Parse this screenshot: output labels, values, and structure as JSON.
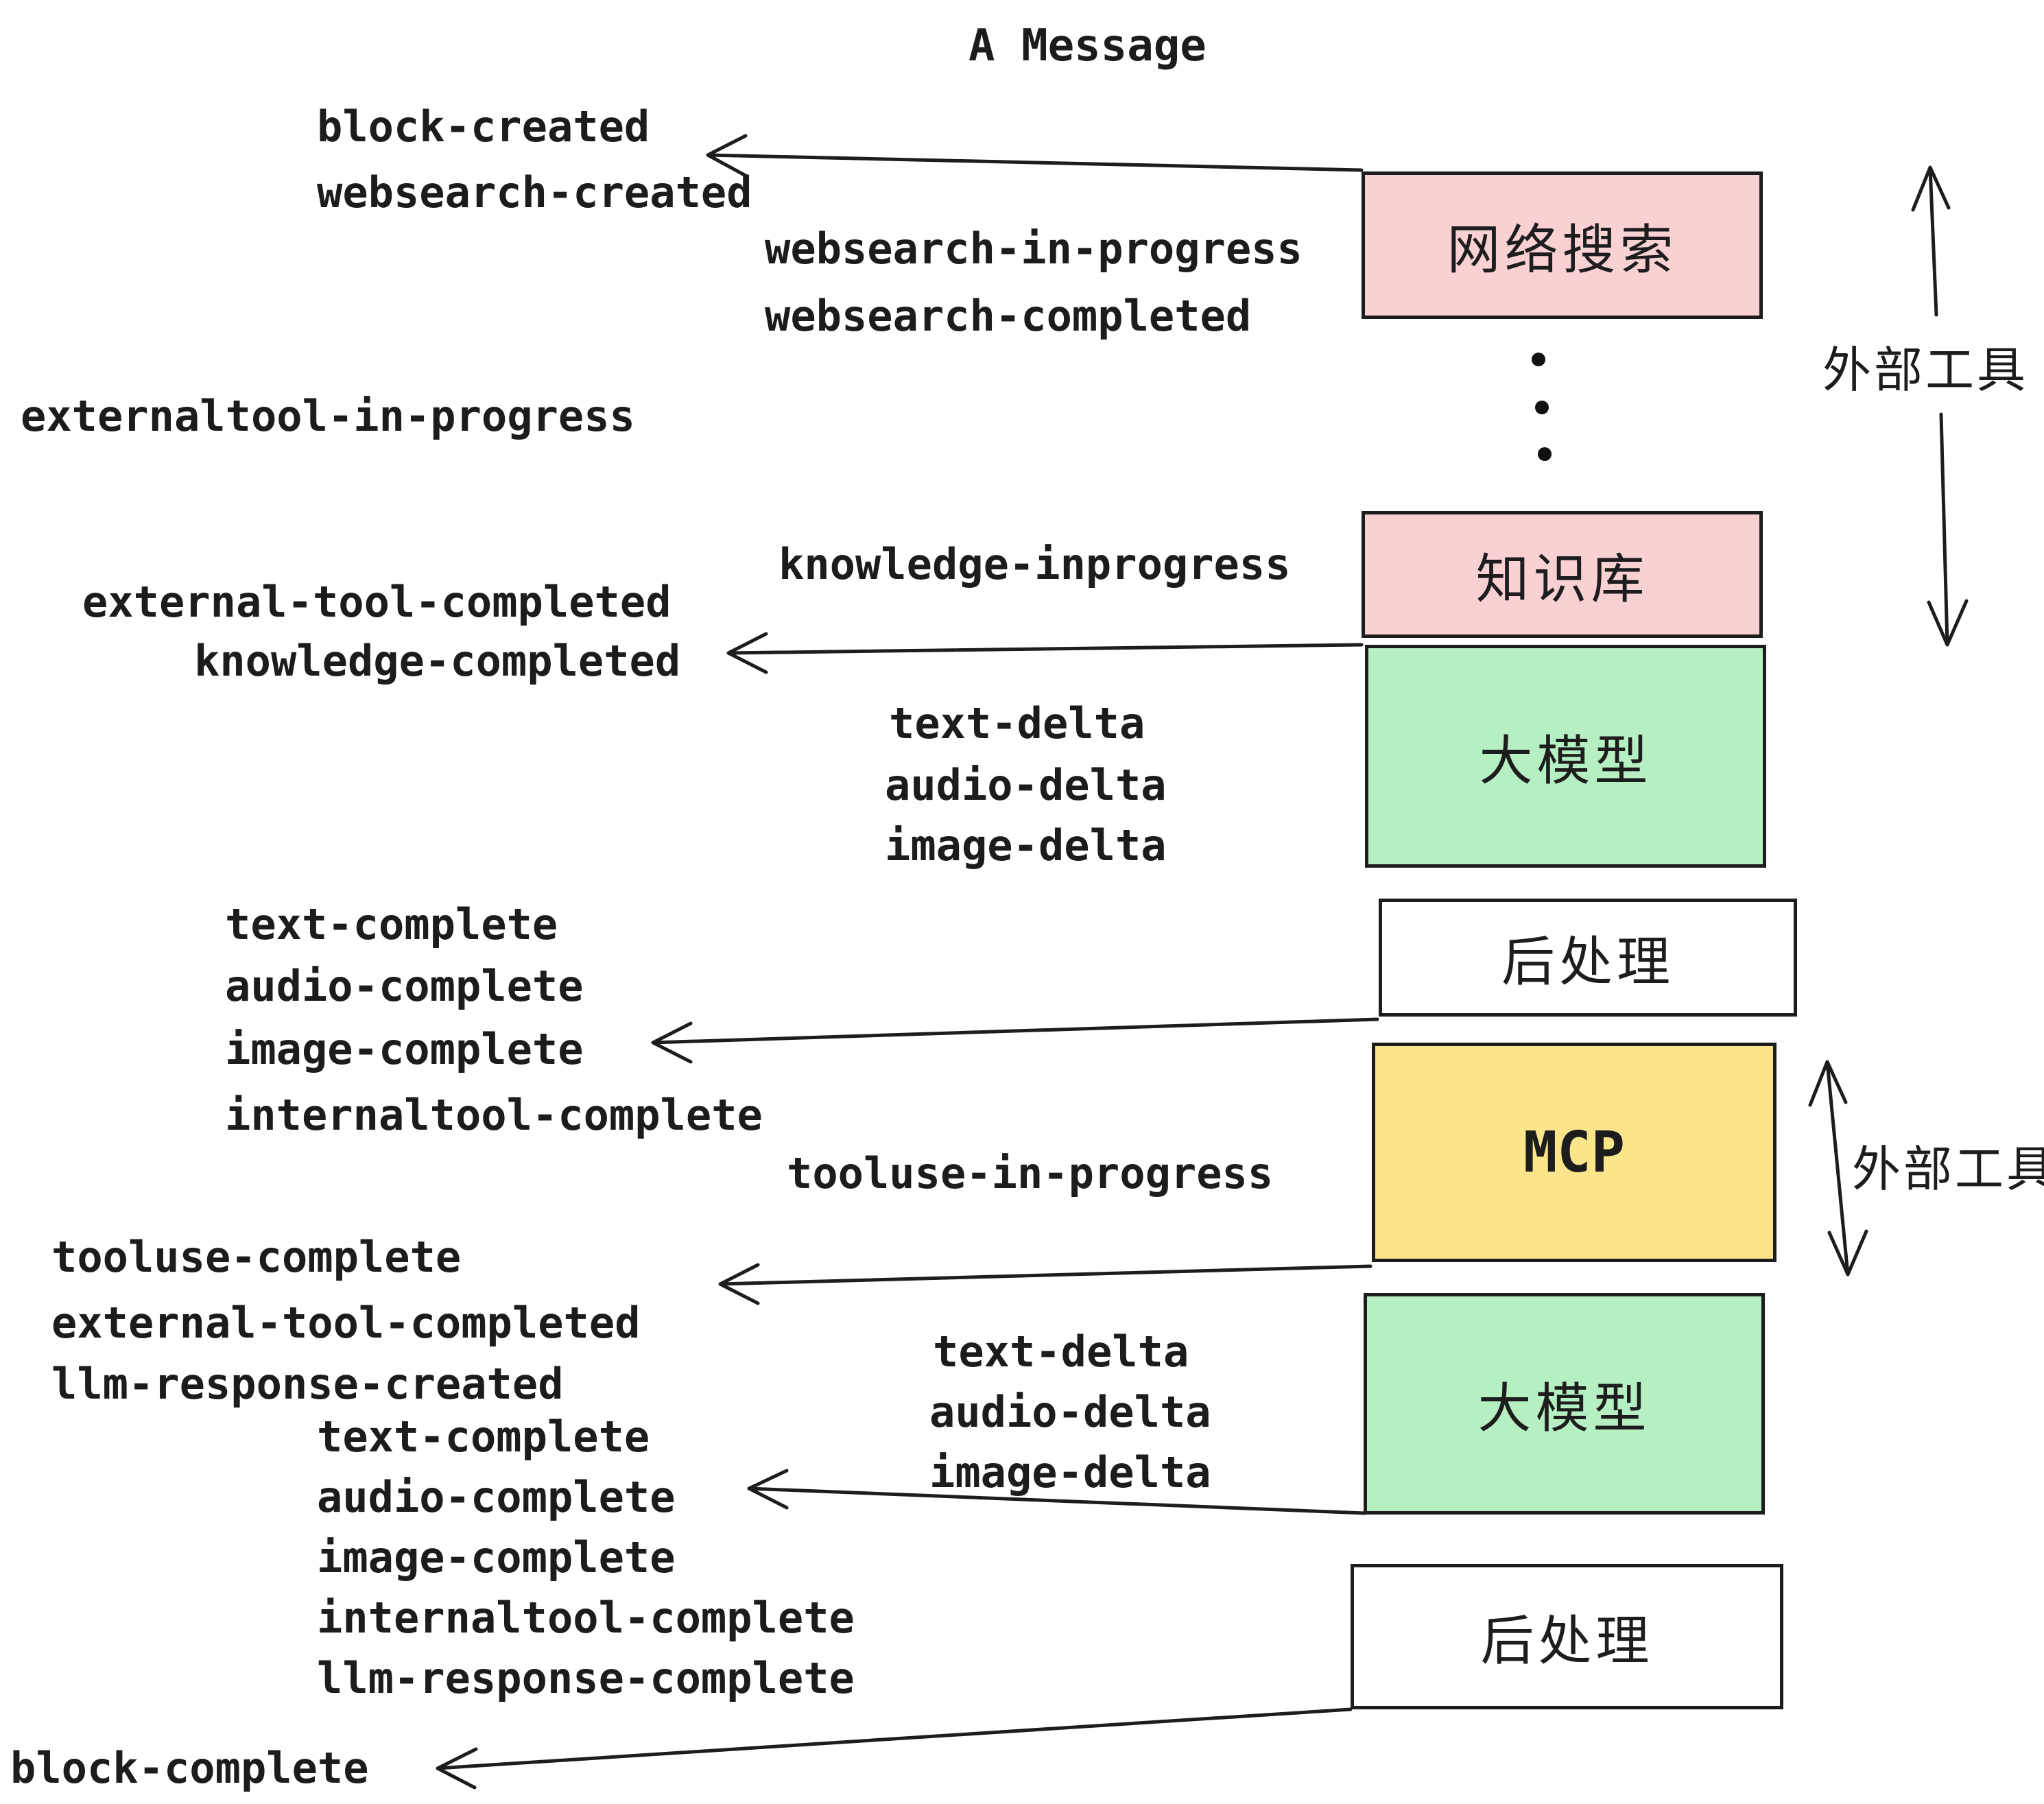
{
  "title": "A Message",
  "colors": {
    "pink": "#fad1d3",
    "green": "#b6f0c2",
    "yellow": "#fae58b",
    "white": "#ffffff",
    "ink": "#1d1d1d",
    "background": "#ffffff"
  },
  "boxes": [
    {
      "id": "websearch",
      "label": "网络搜索",
      "color": "#fad1d3"
    },
    {
      "id": "knowledge",
      "label": "知识库",
      "color": "#fad1d3"
    },
    {
      "id": "llm-1",
      "label": "大模型",
      "color": "#b6f0c2"
    },
    {
      "id": "post-1",
      "label": "后处理",
      "color": "#ffffff"
    },
    {
      "id": "mcp",
      "label": "MCP",
      "color": "#fae58b"
    },
    {
      "id": "llm-2",
      "label": "大模型",
      "color": "#b6f0c2"
    },
    {
      "id": "post-2",
      "label": "后处理",
      "color": "#ffffff"
    }
  ],
  "side_labels": [
    {
      "text": "外部工具"
    },
    {
      "text": "外部工具"
    }
  ],
  "events": [
    {
      "text": "block-created"
    },
    {
      "text": "websearch-created"
    },
    {
      "text": "websearch-in-progress"
    },
    {
      "text": "websearch-completed"
    },
    {
      "text": "externaltool-in-progress"
    },
    {
      "text": "knowledge-inprogress"
    },
    {
      "text": "external-tool-completed"
    },
    {
      "text": "knowledge-completed"
    },
    {
      "text": "text-delta"
    },
    {
      "text": "audio-delta"
    },
    {
      "text": "image-delta"
    },
    {
      "text": "text-complete"
    },
    {
      "text": "audio-complete"
    },
    {
      "text": "image-complete"
    },
    {
      "text": "internaltool-complete"
    },
    {
      "text": "tooluse-in-progress"
    },
    {
      "text": "tooluse-complete"
    },
    {
      "text": "external-tool-completed"
    },
    {
      "text": "llm-response-created"
    },
    {
      "text": "text-complete"
    },
    {
      "text": "audio-complete"
    },
    {
      "text": "image-complete"
    },
    {
      "text": "internaltool-complete"
    },
    {
      "text": "llm-response-complete"
    },
    {
      "text": "block-complete"
    },
    {
      "text": "text-delta"
    },
    {
      "text": "audio-delta"
    },
    {
      "text": "image-delta"
    }
  ]
}
